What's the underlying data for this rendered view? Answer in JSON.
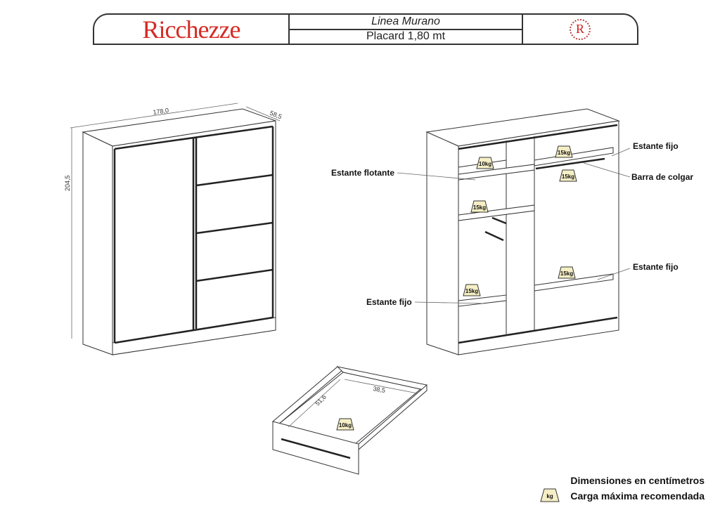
{
  "header": {
    "brand": "Ricchezze",
    "line": "Linea Murano",
    "product": "Placard 1,80 mt",
    "logo_letter": "R"
  },
  "dimensions": {
    "width": "178,0",
    "depth": "58,5",
    "height": "204,5",
    "drawer_depth": "51,6",
    "drawer_width": "38,5"
  },
  "labels": {
    "fixed_shelf_top": "Estante fijo",
    "hanging_rod": "Barra de colgar",
    "floating_shelf": "Estante flotante",
    "fixed_shelf_right": "Estante fijo",
    "fixed_shelf_left": "Estante fijo"
  },
  "loads": {
    "upper_left": "10kg",
    "upper_right": "15kg",
    "rod": "15kg",
    "middle_left": "15kg",
    "lower_right": "15kg",
    "lower_left": "15kg",
    "drawer": "10kg"
  },
  "legend": {
    "units": "Dimensiones en centímetros",
    "kg_icon": "kg",
    "load": "Carga máxima recomendada"
  }
}
